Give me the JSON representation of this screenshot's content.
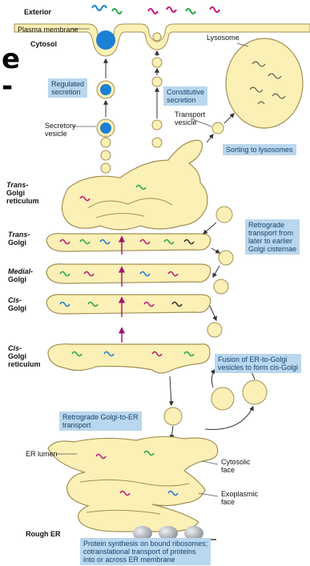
{
  "regions": {
    "exterior": "Exterior",
    "plasma_membrane": "Plasma membrane",
    "cytosol": "Cytosol",
    "lysosome": "Lysosome",
    "er_lumen": "ER lumen",
    "rough_er": "Rough ER",
    "cytosolic_face": [
      "Cytosolic",
      "face"
    ],
    "exoplasmic_face": [
      "Exoplasmic",
      "face"
    ],
    "transport_vesicle": [
      "Transport",
      "vesicle"
    ],
    "secretory_vesicle": [
      "Secretory",
      "vesicle"
    ]
  },
  "golgi_labels": {
    "trans_reticulum": [
      "Trans-",
      "Golgi",
      "reticulum"
    ],
    "trans": [
      "Trans-",
      "Golgi"
    ],
    "medial": [
      "Medial-",
      "Golgi"
    ],
    "cis": [
      "Cis-",
      "Golgi"
    ],
    "cis_reticulum": [
      "Cis-",
      "Golgi",
      "reticulum"
    ]
  },
  "callouts": {
    "regulated_secretion": [
      "Regulated",
      "secretion"
    ],
    "constitutive_secretion": [
      "Constitutive",
      "secretion"
    ],
    "sorting_lysosomes": [
      "Sorting to lysosomes"
    ],
    "retrograde_later": [
      "Retrograde",
      "transport from",
      "later to earlier",
      "Golgi cisternae"
    ],
    "fusion": [
      "Fusion of ER-to-Golgi",
      "vesicles to form cis-Golgi"
    ],
    "retrograde_golgi_er": [
      "Retrograde Golgi-to-ER",
      "transport"
    ],
    "protein_synthesis": [
      "Protein synthesis on bound ribosomes;",
      "cotranslational transport of proteins",
      "into or across ER membrane"
    ]
  },
  "cutoff_glyphs": [
    "e",
    "-"
  ],
  "colors": {
    "membrane_fill": "#fbf0b6",
    "membrane_stroke": "#a38f55",
    "callout_bg": "#b9d7ee",
    "callout_text": "#17426b",
    "magenta_arrow": "#a3146c",
    "secretory_core": "#1c7fd3",
    "ribosome": "#b7bcc4"
  }
}
